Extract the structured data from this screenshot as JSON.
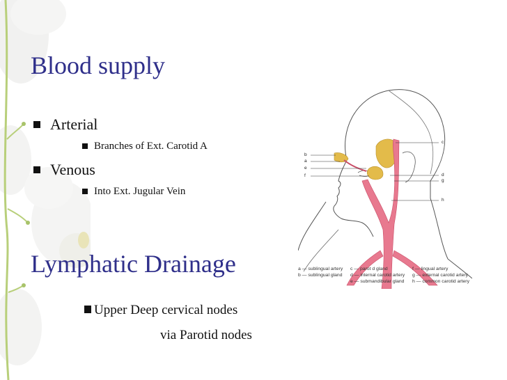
{
  "slide": {
    "title": "Blood supply",
    "bullets": [
      {
        "label": "Arterial",
        "sub": "Branches of Ext. Carotid A"
      },
      {
        "label": "Venous",
        "sub": "Into Ext. Jugular Vein"
      }
    ],
    "lymph_title": "Lymphatic Drainage",
    "lymph_lines": [
      "Upper Deep cervical nodes",
      "via Parotid nodes"
    ]
  },
  "figure": {
    "icon": "head-neck-salivary-gland-diagram",
    "letters_left": [
      "b",
      "a",
      "e",
      "f"
    ],
    "letters_right": [
      "c",
      "d",
      "g",
      "h"
    ],
    "legend": [
      [
        "a — sublingual artery",
        "c — parot d gland",
        "f — lingual artery"
      ],
      [
        "b — sublingual gland",
        "d — internal carotid artery",
        "g — external carotid artery"
      ],
      [
        "",
        "e — submandibular gland",
        "h — common carotid artery"
      ]
    ]
  },
  "colors": {
    "title": "#2f2f8a",
    "artery": "#e8798f",
    "gland": "#e3bb4a",
    "text": "#111111"
  }
}
